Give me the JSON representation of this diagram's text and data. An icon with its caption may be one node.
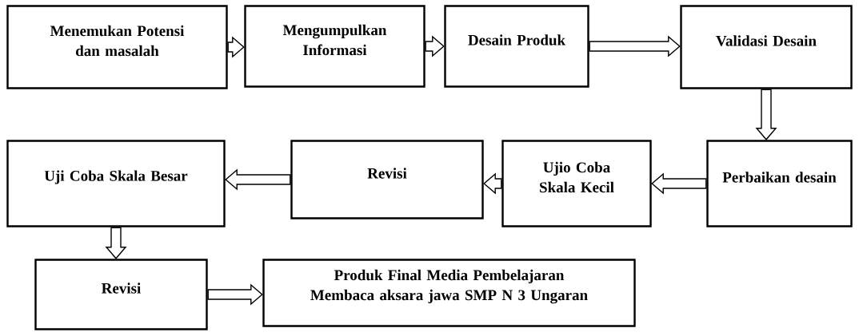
{
  "diagram": {
    "nodes": [
      {
        "text": [
          "Menemukan Potensi dan masalah"
        ]
      },
      {
        "text": [
          "Mengumpulkan Informasi"
        ]
      },
      {
        "text": [
          "Desain Produk"
        ]
      },
      {
        "text": [
          "Validasi Desain"
        ]
      },
      {
        "text": [
          "Perbaikan desain"
        ]
      },
      {
        "text": [
          "Ujio Coba Skala Kecil"
        ]
      },
      {
        "text": [
          "Revisi"
        ]
      },
      {
        "text": [
          "Uji Coba Skala Besar"
        ]
      },
      {
        "text": [
          "Revisi"
        ]
      },
      {
        "text": [
          "Produk Final Media Pembelajaran Membaca aksara jawa SMP N 3 Ungaran"
        ]
      }
    ],
    "edges": [
      {
        "from": 0,
        "to": 1,
        "arrow": "to"
      },
      {
        "from": 1,
        "to": 2,
        "arrow": "to"
      },
      {
        "from": 2,
        "to": 3,
        "arrow": "to"
      },
      {
        "from": 3,
        "to": 4,
        "arrow": "to"
      },
      {
        "from": 4,
        "to": 5,
        "arrow": "to"
      },
      {
        "from": 5,
        "to": 6,
        "arrow": "to"
      },
      {
        "from": 6,
        "to": 7,
        "arrow": "to"
      },
      {
        "from": 7,
        "to": 8,
        "arrow": "to"
      },
      {
        "from": 8,
        "to": 9,
        "arrow": "to"
      }
    ]
  }
}
